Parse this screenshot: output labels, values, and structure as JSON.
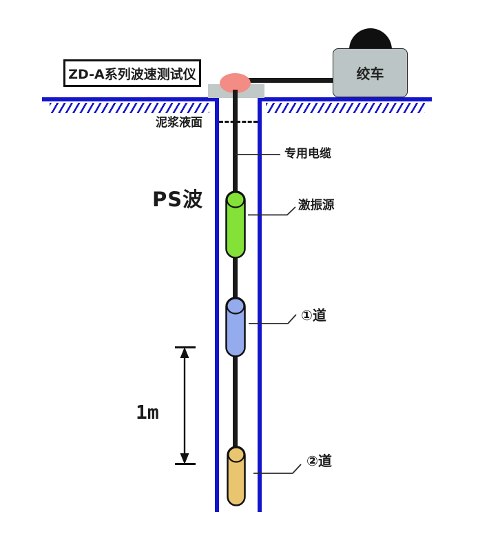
{
  "device_box": {
    "label": "ZD-A系列波速测试仪"
  },
  "winch": {
    "label": "绞车"
  },
  "labels": {
    "mud_surface": "泥浆液面",
    "cable": "专用电缆",
    "wave_type": "PS波",
    "source": "激振源",
    "channel1": "①道",
    "spacing": "1m",
    "channel2": "②道"
  },
  "colors": {
    "borehole_blue": "#1414cc",
    "source_green": "#84e138",
    "channel1_blue": "#94aced",
    "channel2_orange": "#eac56f",
    "pulley_pink": "#f28c84",
    "winch_gray": "#bcc5c5",
    "plate_gray": "#c0c8c8",
    "cable_black": "#1a1a1a",
    "outline_black": "#111111"
  }
}
